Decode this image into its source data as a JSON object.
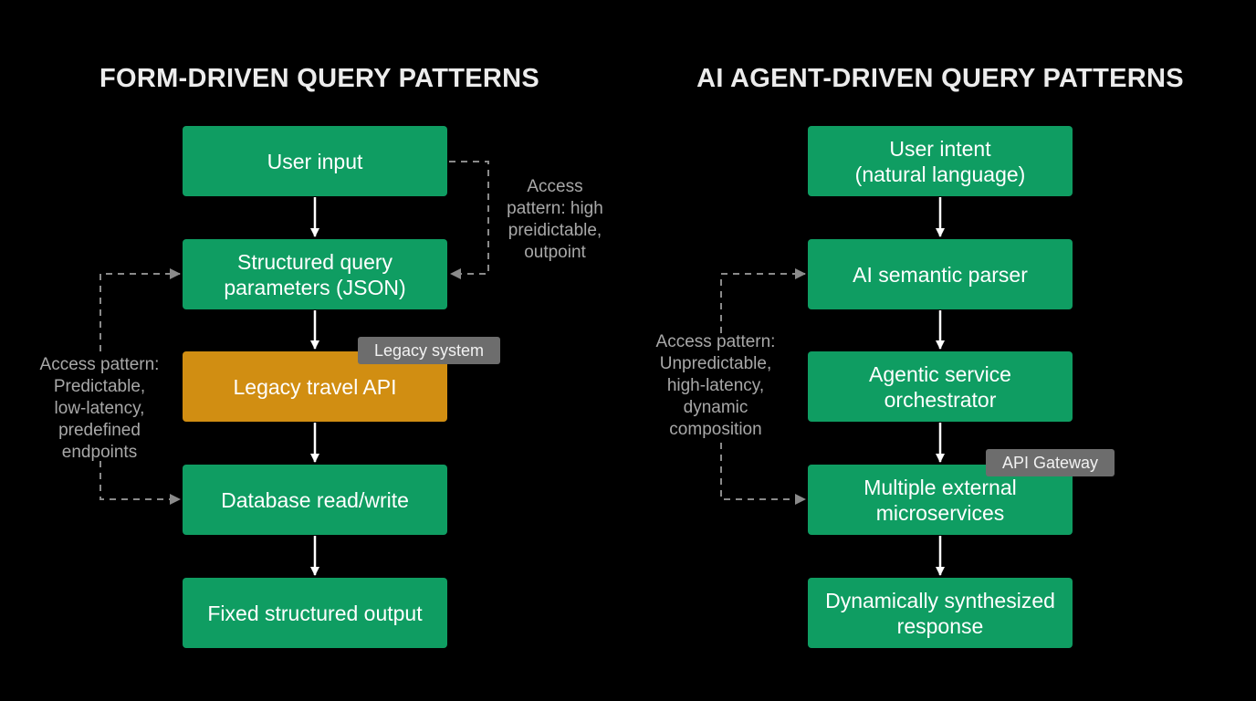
{
  "left_panel": {
    "title": "FORM-DRIVEN QUERY PATTERNS",
    "nodes": [
      "User input",
      "Structured query\nparameters (JSON)",
      "Legacy travel API",
      "Database read/write",
      "Fixed structured output"
    ],
    "legacy_badge": "Legacy system",
    "side_annotation": "Access pattern:\nPredictable,\nlow-latency,\npredefined\nendpoints",
    "top_annotation": "Access\npattern: high\npreidictable,\noutpoint"
  },
  "right_panel": {
    "title": "AI AGENT-DRIVEN QUERY PATTERNS",
    "nodes": [
      "User intent\n(natural language)",
      "AI semantic parser",
      "Agentic service\norchestrator",
      "Multiple external\nmicroservices",
      "Dynamically synthesized\nresponse"
    ],
    "gateway_badge": "API Gateway",
    "side_annotation": "Access pattern:\nUnpredictable,\nhigh-latency,\ndynamic\ncomposition"
  },
  "colors": {
    "background": "#000000",
    "node_green": "#0f9d62",
    "node_legacy_orange": "#d18e12",
    "badge_gray": "#6d6d6d",
    "annotation_gray": "#a8a8a8",
    "dashed_line": "#8a8a8a",
    "arrow_white": "#ffffff"
  }
}
